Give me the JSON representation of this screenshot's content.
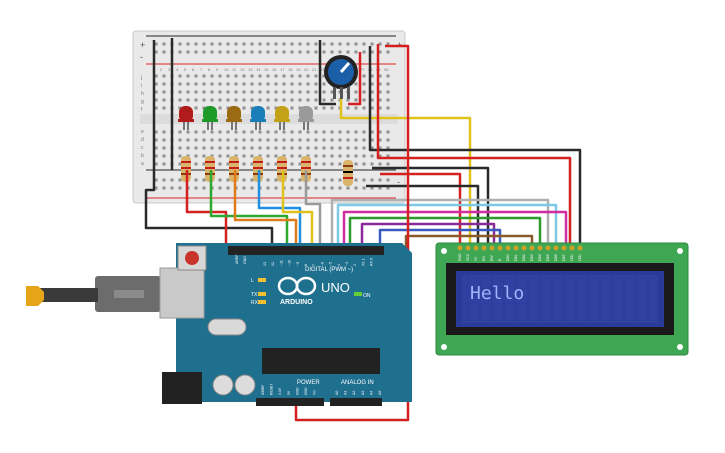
{
  "arduino": {
    "brand": "ARDUINO",
    "model": "UNO",
    "on_label": "ON",
    "l_label": "L",
    "tx_label": "TX",
    "rx_label": "RX",
    "digital_label": "DIGITAL (PWM ~)",
    "power_label": "POWER",
    "analog_label": "ANALOG IN",
    "aref_label": "AREF",
    "gnd_label": "GND",
    "digital_pins": [
      "13",
      "12",
      "~11",
      "~10",
      "~9",
      "8",
      "7",
      "~6",
      "~5",
      "4",
      "~3",
      "2",
      "TX 1",
      "RX 0"
    ],
    "power_pins": [
      "IOREF",
      "RESET",
      "3.3V",
      "5V",
      "GND",
      "GND",
      "Vin"
    ],
    "analog_pins": [
      "A0",
      "A1",
      "A2",
      "A3",
      "A4",
      "A5"
    ]
  },
  "lcd": {
    "text": "Hello",
    "pin_labels": [
      "GND",
      "VCC",
      "V0",
      "RS",
      "RW",
      "E",
      "DB0",
      "DB1",
      "DB2",
      "DB3",
      "DB4",
      "DB5",
      "DB6",
      "DB7",
      "LED",
      "LED"
    ]
  },
  "breadboard": {
    "column_numbers": [
      "1",
      "2",
      "3",
      "4",
      "5",
      "6",
      "7",
      "8",
      "9",
      "10",
      "11",
      "12",
      "13",
      "14",
      "15",
      "16",
      "17",
      "18",
      "19",
      "20",
      "21",
      "22",
      "23",
      "24",
      "25",
      "26",
      "27",
      "28",
      "29",
      "30"
    ],
    "row_letters_top": [
      "j",
      "i",
      "h",
      "g",
      "f"
    ],
    "row_letters_bottom": [
      "e",
      "d",
      "c",
      "b",
      "a"
    ],
    "rail_plus": "+",
    "rail_minus": "-"
  },
  "components": {
    "led_colors": [
      "#b01c1c",
      "#1e9a2b",
      "#9a6b12",
      "#1a7fb8",
      "#c3a21a",
      "#9a9a9a"
    ]
  },
  "colors": {
    "board_teal": "#1f6f8f",
    "lcd_green": "#3fa653",
    "lcd_screen": "#2a3a9a",
    "lcd_text": "#9fb4ff",
    "breadboard": "#e9e9e9"
  }
}
